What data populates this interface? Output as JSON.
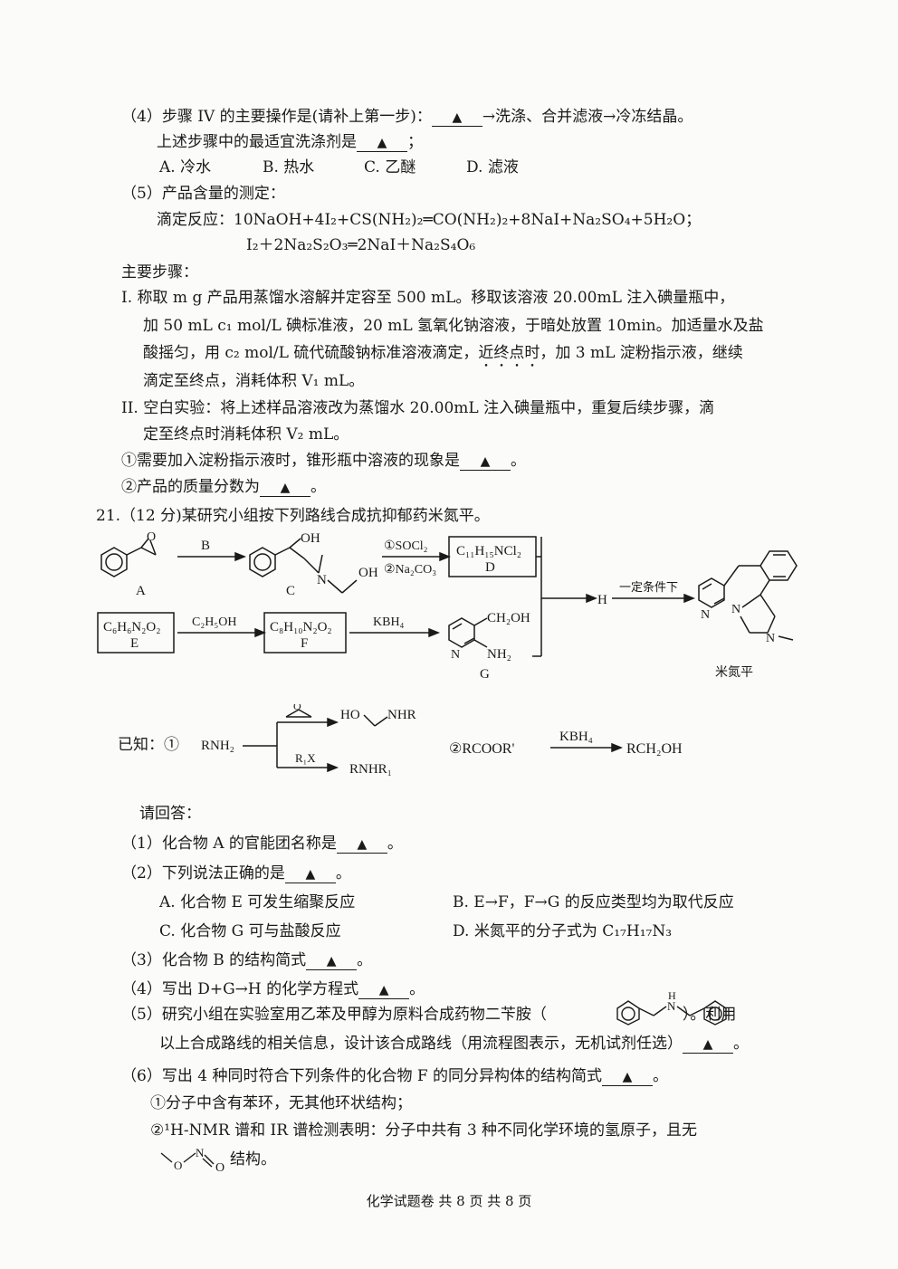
{
  "q20": {
    "p4_a": "（4）步骤 IV 的主要操作是(请补上第一步)：",
    "p4_b": "→洗涤、合并滤液→冷冻结晶。",
    "p4_c": "上述步骤中的最适宜洗涤剂是",
    "p4_d": "；",
    "opt_a": "A. 冷水",
    "opt_b": "B. 热水",
    "opt_c": "C. 乙醚",
    "opt_d": "D. 滤液",
    "p5": "（5）产品含量的测定：",
    "titr_label": "滴定反应：",
    "eq1": "10NaOH+4I₂+CS(NH₂)₂═CO(NH₂)₂+8NaI+Na₂SO₄+5H₂O；",
    "eq2": "I₂＋2Na₂S₂O₃═2NaI＋Na₂S₄O₆",
    "main_steps": "主要步骤：",
    "s1_l1": "I. 称取 m g 产品用蒸馏水溶解并定容至 500 mL。移取该溶液 20.00mL 注入碘量瓶中，",
    "s1_l2": "加 50 mL c₁ mol/L 碘标准液，20 mL 氢氧化钠溶液，于暗处放置 10min。加适量水及盐",
    "s1_l3a": "酸摇匀，用 c₂ mol/L 硫代硫酸钠标准溶液滴定，",
    "s1_l3b": "近终点时",
    "s1_l3c": "，加 3 mL 淀粉指示液，继续",
    "s1_l4": "滴定至终点，消耗体积 V₁ mL。",
    "s2_l1": "II. 空白实验：将上述样品溶液改为蒸馏水 20.00mL 注入碘量瓶中，重复后续步骤，滴",
    "s2_l2": "定至终点时消耗体积 V₂ mL。",
    "c1": "①需要加入淀粉指示液时，锥形瓶中溶液的现象是",
    "c2": "②产品的质量分数为",
    "end": "。"
  },
  "blank": "▲",
  "q21": {
    "title": "21.（12 分)某研究小组按下列路线合成抗抑郁药米氮平。",
    "scheme": {
      "A": "A",
      "B": "B",
      "C": "C",
      "D": "D",
      "E": "E",
      "F": "F",
      "G": "G",
      "H": "H",
      "D_formula": "C₁₁H₁₅NCl₂",
      "E_formula": "C₆H₆N₂O₂",
      "F_formula": "C₈H₁₀N₂O₂",
      "r1": "①SOCl₂",
      "r2": "②Na₂CO₃",
      "etoh": "C₂H₅OH",
      "kbh4": "KBH₄",
      "cond": "一定条件下",
      "product": "米氮平",
      "oh": "OH",
      "o": "O",
      "ch2oh": "CH₂OH",
      "nh2": "NH₂",
      "n": "N"
    },
    "known": {
      "label": "已知：①",
      "rnh2": "RNH₂",
      "ho_nhr": "HO",
      "nhr": "NHR",
      "r1x": "R₁X",
      "rnhr1": "RNHR₁",
      "o": "O",
      "k2_a": "②RCOOR'",
      "k2_kbh4": "KBH₄",
      "k2_b": "RCH₂OH"
    },
    "answer_prompt": "请回答：",
    "q1": "（1）化合物 A 的官能团名称是",
    "q2": "（2）下列说法正确的是",
    "q2_a": "A. 化合物 E 可发生缩聚反应",
    "q2_b": "B. E→F，F→G 的反应类型均为取代反应",
    "q2_c": "C. 化合物 G 可与盐酸反应",
    "q2_d": "D. 米氮平的分子式为 C₁₇H₁₇N₃",
    "q3": "（3）化合物 B 的结构简式",
    "q4": "（4）写出 D+G→H 的化学方程式",
    "q5_a": "（5）研究小组在实验室用乙苯及甲醇为原料合成药物二苄胺（",
    "q5_b": "）。利用",
    "q5_c": "以上合成路线的相关信息，设计该合成路线（用流程图表示，无机试剂任选）",
    "q5_h": "H",
    "q5_n": "N",
    "q6": "（6）写出 4 种同时符合下列条件的化合物 F 的同分异构体的结构简式",
    "q6_c1": "①分子中含有苯环，无其他环状结构；",
    "q6_c2": "②¹H-NMR 谱和 IR 谱检测表明：分子中共有 3 种不同化学环境的氢原子，且无",
    "q6_c3": "结构。",
    "frag_o": "O",
    "frag_n": "N",
    "frag_o2": "O"
  },
  "footer": "化学试题卷   共 8 页   共 8 页"
}
